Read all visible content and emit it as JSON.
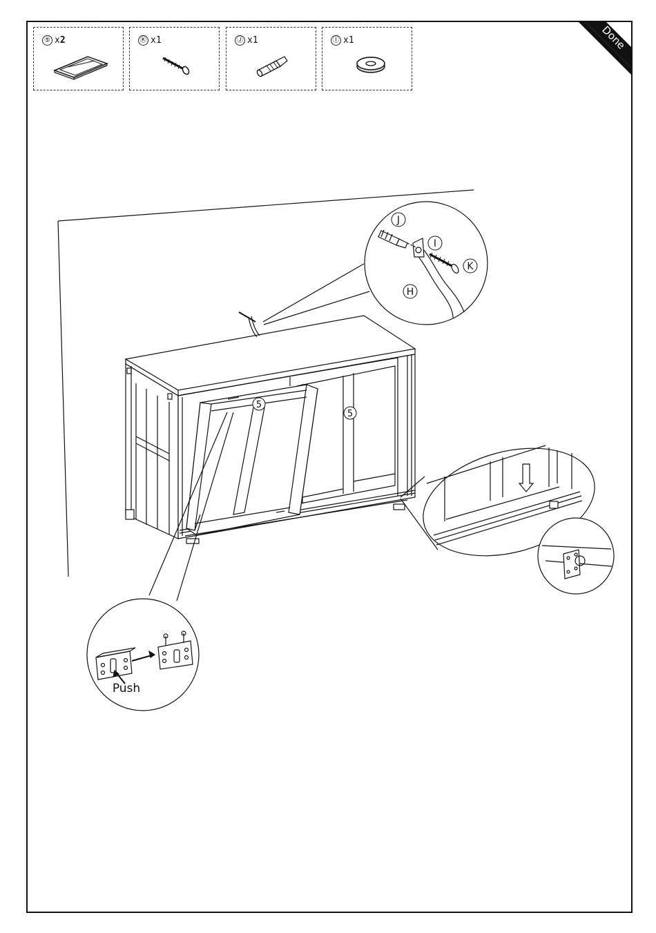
{
  "status_badge": "Done",
  "parts": [
    {
      "id": "⑤",
      "qty_prefix": "x",
      "qty": "2"
    },
    {
      "id": "Ⓚ",
      "qty_prefix": "x",
      "qty": "1"
    },
    {
      "id": "Ⓙ",
      "qty_prefix": "x",
      "qty": "1"
    },
    {
      "id": "Ⓘ",
      "qty_prefix": "x",
      "qty": "1"
    }
  ],
  "callouts": {
    "door_left": "5",
    "door_right": "5",
    "anchor_plug": "J",
    "washer": "I",
    "screw": "K",
    "strap": "H"
  },
  "push_label": "Push"
}
